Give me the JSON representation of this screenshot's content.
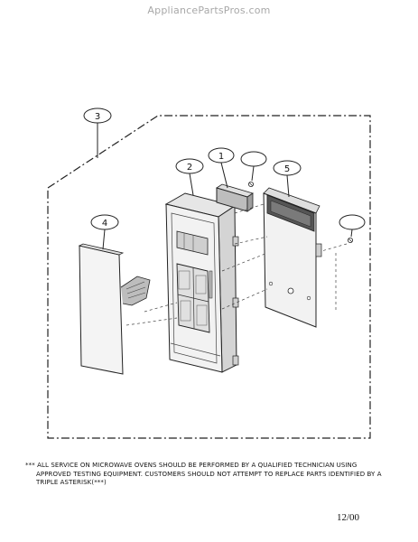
{
  "watermark": "AppliancePartsPros.com",
  "callouts": {
    "c1": "1",
    "c2": "2",
    "c3": "3",
    "c4": "4",
    "c5": "5"
  },
  "note": {
    "line1": "*** ALL SERVICE ON MICROWAVE OVENS SHOULD BE PERFORMED BY A QUALIFIED TECHNICIAN USING",
    "line2": "APPROVED TESTING EQUIPMENT. CUSTOMERS SHOULD NOT ATTEMPT TO REPLACE PARTS IDENTIFIED BY A",
    "line3": "TRIPLE ASTERISK(***)"
  },
  "date_code": "12/00"
}
